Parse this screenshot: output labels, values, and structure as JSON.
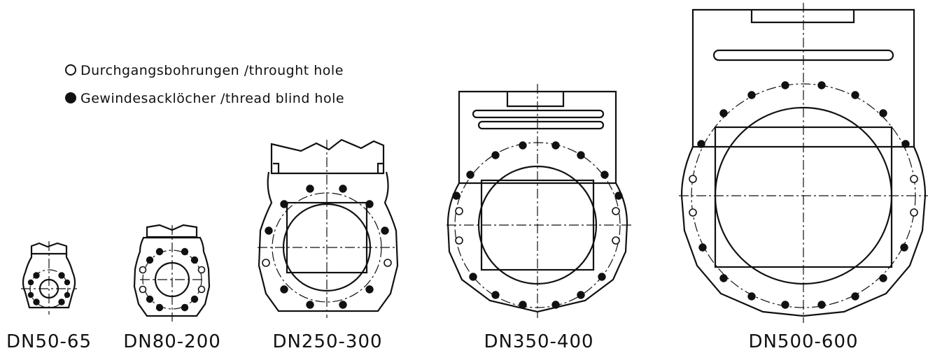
{
  "legend": {
    "through_hole": "Durchgangsbohrungen /throught hole",
    "blind_hole": "Gewindesacklöcher /thread blind hole"
  },
  "drawings": [
    {
      "id": "dn50-65",
      "label": "DN50-65"
    },
    {
      "id": "dn80-200",
      "label": "DN80-200"
    },
    {
      "id": "dn250-300",
      "label": "DN250-300"
    },
    {
      "id": "dn350-400",
      "label": "DN350-400"
    },
    {
      "id": "dn500-600",
      "label": "DN500-600"
    }
  ],
  "colors": {
    "line": "#111111",
    "background": "#ffffff"
  },
  "icons": {
    "through_hole": "open-circle-icon",
    "blind_hole": "filled-circle-icon"
  }
}
